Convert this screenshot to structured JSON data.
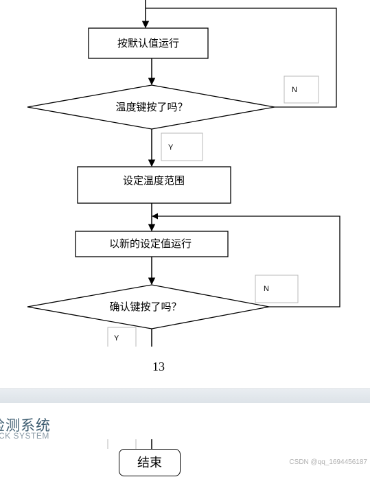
{
  "flow": {
    "default_run": "按默认值运行",
    "temp_key_q": "温度键按了吗？",
    "set_range": "设定温度范围",
    "run_new": "以新的设定值运行",
    "confirm_key_q": "确认键按了吗？",
    "no_1": "N",
    "yes_1": "Y",
    "no_2": "N",
    "yes_2": "Y"
  },
  "page_number": "13",
  "lower": {
    "system_title": "检测系统",
    "system_subtitle": "CK SYSTEM",
    "end_label": "结束",
    "watermark": "CSDN @qq_1694456187"
  }
}
